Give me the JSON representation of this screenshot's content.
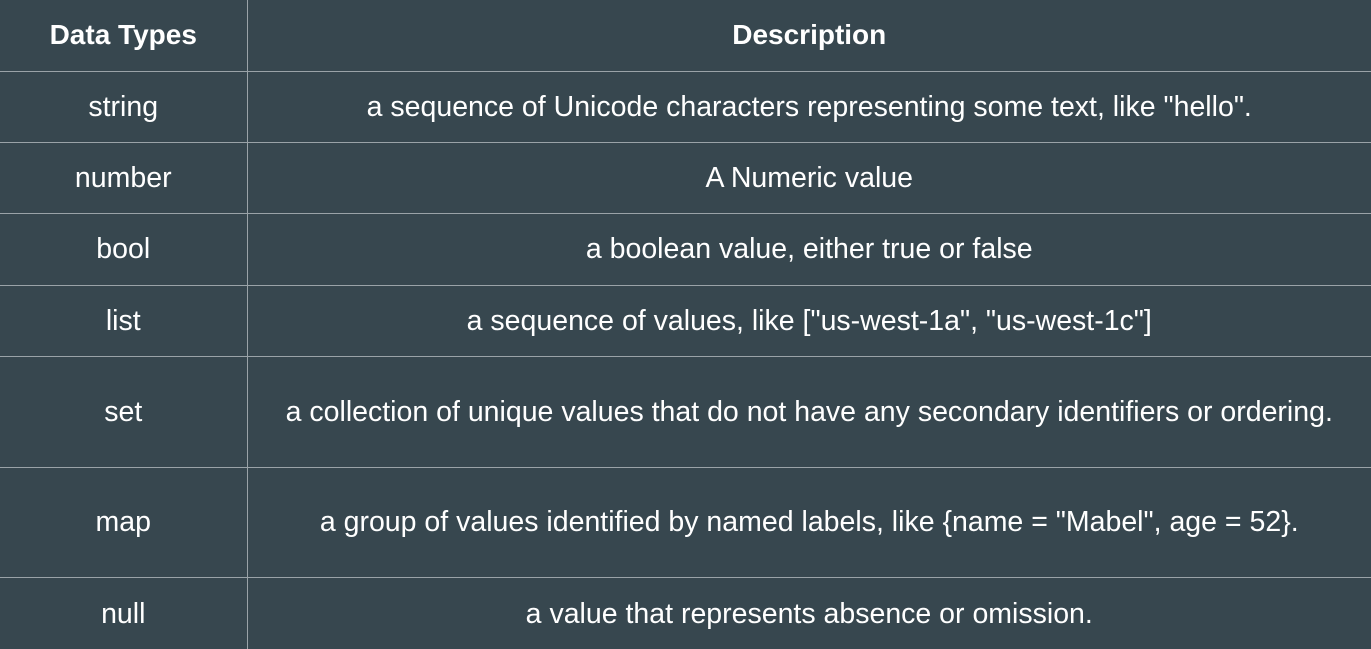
{
  "table": {
    "headers": [
      "Data Types",
      "Description"
    ],
    "rows": [
      {
        "type": "string",
        "description": "a sequence of Unicode characters representing some text, like \"hello\"."
      },
      {
        "type": "number",
        "description": "A Numeric value"
      },
      {
        "type": "bool",
        "description": "a boolean value, either true or false"
      },
      {
        "type": "list",
        "description": "a sequence of values, like [\"us-west-1a\", \"us-west-1c\"]"
      },
      {
        "type": "set",
        "description": "a collection of unique values that do not have any secondary identifiers or ordering."
      },
      {
        "type": "map",
        "description": "a group of values identified by named labels, like {name = \"Mabel\", age = 52}."
      },
      {
        "type": "null",
        "description": "a value that represents absence or omission."
      }
    ]
  },
  "colors": {
    "background": "#37474f",
    "text": "#ffffff",
    "border": "#9aa3a8"
  }
}
